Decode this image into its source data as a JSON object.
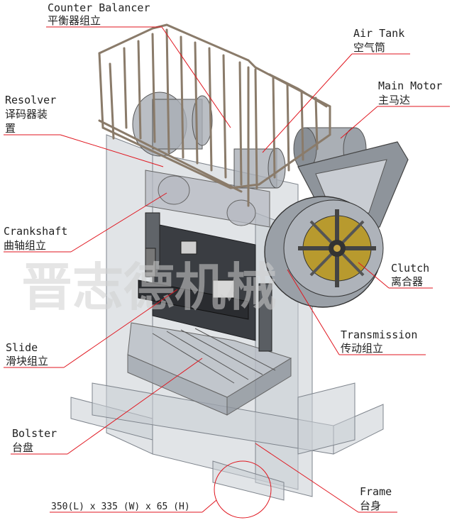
{
  "labels": {
    "counter_balancer": {
      "en": "Counter Balancer",
      "cn": "平衡器组立"
    },
    "air_tank": {
      "en": "Air Tank",
      "cn": "空气筒"
    },
    "main_motor": {
      "en": "Main Motor",
      "cn": "主马达"
    },
    "resolver": {
      "en": "Resolver",
      "cn_line1": "译码器装",
      "cn_line2": "置"
    },
    "crankshaft": {
      "en": "Crankshaft",
      "cn": "曲轴组立"
    },
    "clutch": {
      "en": "Clutch",
      "cn": "离合器"
    },
    "transmission": {
      "en": "Transmission",
      "cn": "传动组立"
    },
    "slide": {
      "en": "Slide",
      "cn": "滑块组立"
    },
    "bolster": {
      "en": "Bolster",
      "cn": "台盘"
    },
    "frame": {
      "en": "Frame",
      "cn": "台身"
    }
  },
  "dimension": "350(L) x 335 (W) x 65 (H)",
  "watermark": "晋志德机械",
  "colors": {
    "leader": "#e0161f",
    "frame": "#c9cdd3",
    "railing": "#8a7b6a",
    "flywheel": "#9aa0a7",
    "gold": "#b89a2e",
    "slide_dark": "#3a3d42"
  }
}
